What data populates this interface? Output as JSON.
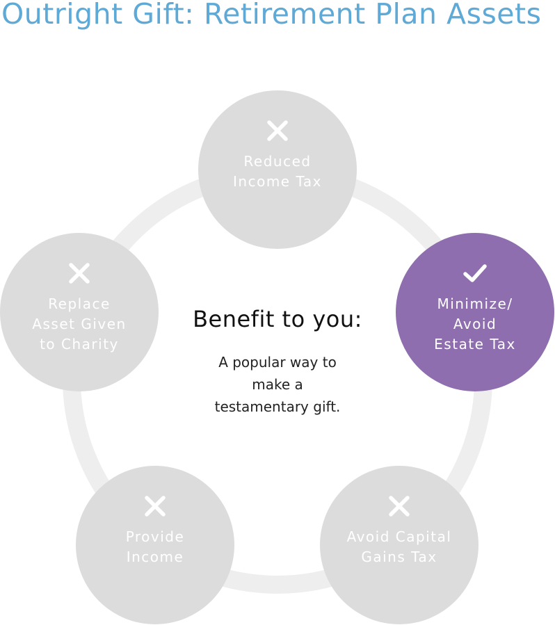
{
  "page": {
    "title": "Outright Gift: Retirement Plan Assets",
    "title_color": "#5ea9d6"
  },
  "colors": {
    "ring": "#eeeeee",
    "inactive": "#dcdcdc",
    "active": "#8e6eae"
  },
  "center": {
    "heading": "Benefit to you:",
    "text": "A popular way to\nmake a\ntestamentary gift."
  },
  "benefits": [
    {
      "label": "Reduced\nIncome Tax",
      "status": "no",
      "icon": "x-icon"
    },
    {
      "label": "Minimize/\nAvoid\nEstate Tax",
      "status": "yes",
      "icon": "check-icon"
    },
    {
      "label": "Avoid Capital\nGains Tax",
      "status": "no",
      "icon": "x-icon"
    },
    {
      "label": "Provide\nIncome",
      "status": "no",
      "icon": "x-icon"
    },
    {
      "label": "Replace\nAsset Given\nto Charity",
      "status": "no",
      "icon": "x-icon"
    }
  ]
}
